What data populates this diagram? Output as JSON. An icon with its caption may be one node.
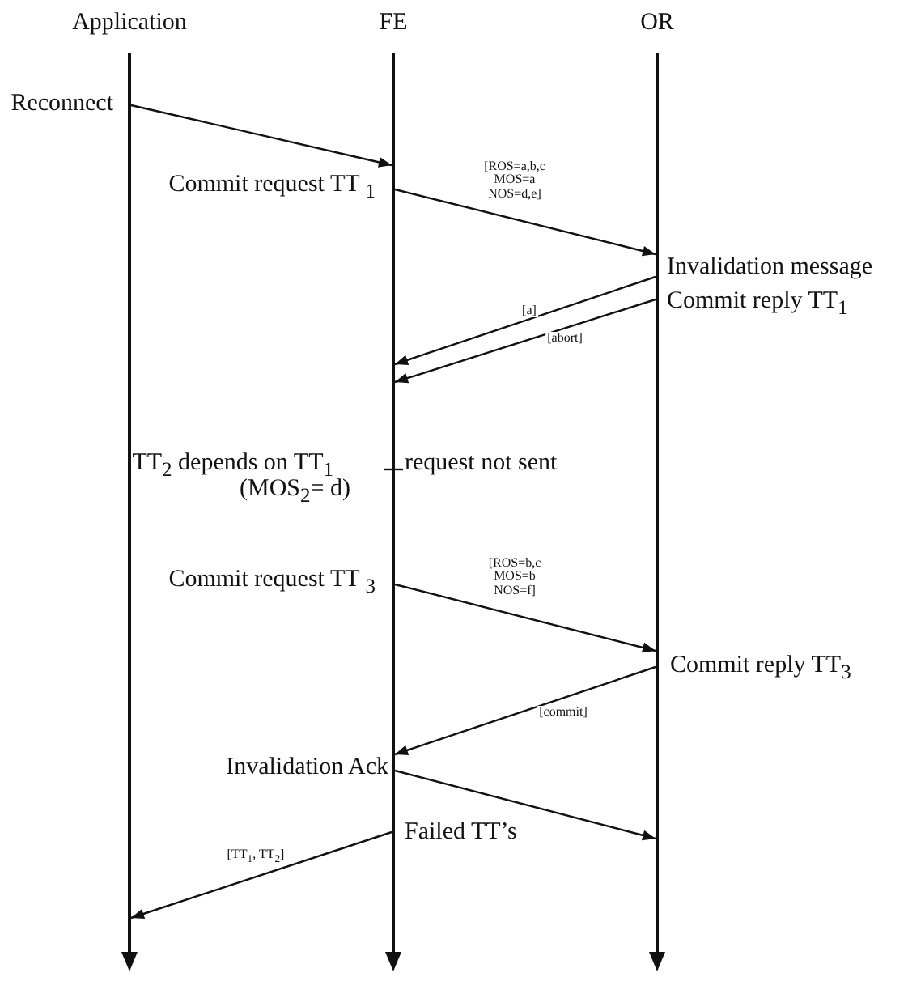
{
  "diagram": {
    "nodes": [
      {
        "text": [],
        "shape": "line",
        "beside": [
          "Application"
        ]
      },
      {
        "text": [],
        "shape": "line",
        "beside": [
          "FE"
        ]
      },
      {
        "text": [],
        "shape": "line",
        "beside": [
          "OR"
        ]
      }
    ],
    "edges": [
      {
        "from": 0,
        "to": 1,
        "arrow": "to"
      },
      {
        "from": 1,
        "to": 2,
        "arrow": "to",
        "label": "[ROS=a,b,c MOS=a NOS=d,e]"
      },
      {
        "from": 2,
        "to": 1,
        "arrow": "to",
        "label": "[a]"
      },
      {
        "from": 2,
        "to": 1,
        "arrow": "to",
        "label": "[abort]"
      },
      {
        "from": 1,
        "to": 2,
        "arrow": "to",
        "label": "[ROS=b,c MOS=b NOS=f]"
      },
      {
        "from": 2,
        "to": 1,
        "arrow": "to",
        "label": "[commit]"
      },
      {
        "from": 1,
        "to": 2,
        "arrow": "to"
      },
      {
        "from": 1,
        "to": 0,
        "arrow": "to",
        "label": "[TT$_{1}$, TT$_{2}$]"
      }
    ],
    "labels": [
      "Reconnect",
      "Commit request TT $_{1}$",
      "Invalidation message",
      "Commit reply TT$_{1}$",
      "TT$_{2}$ depends on TT$_{1}$",
      "request not sent",
      "(MOS$_{2}$= d)",
      "Commit request TT $_{3}$",
      "Commit reply TT$_{3}$",
      "Invalidation Ack",
      "Failed TT’s"
    ]
  }
}
